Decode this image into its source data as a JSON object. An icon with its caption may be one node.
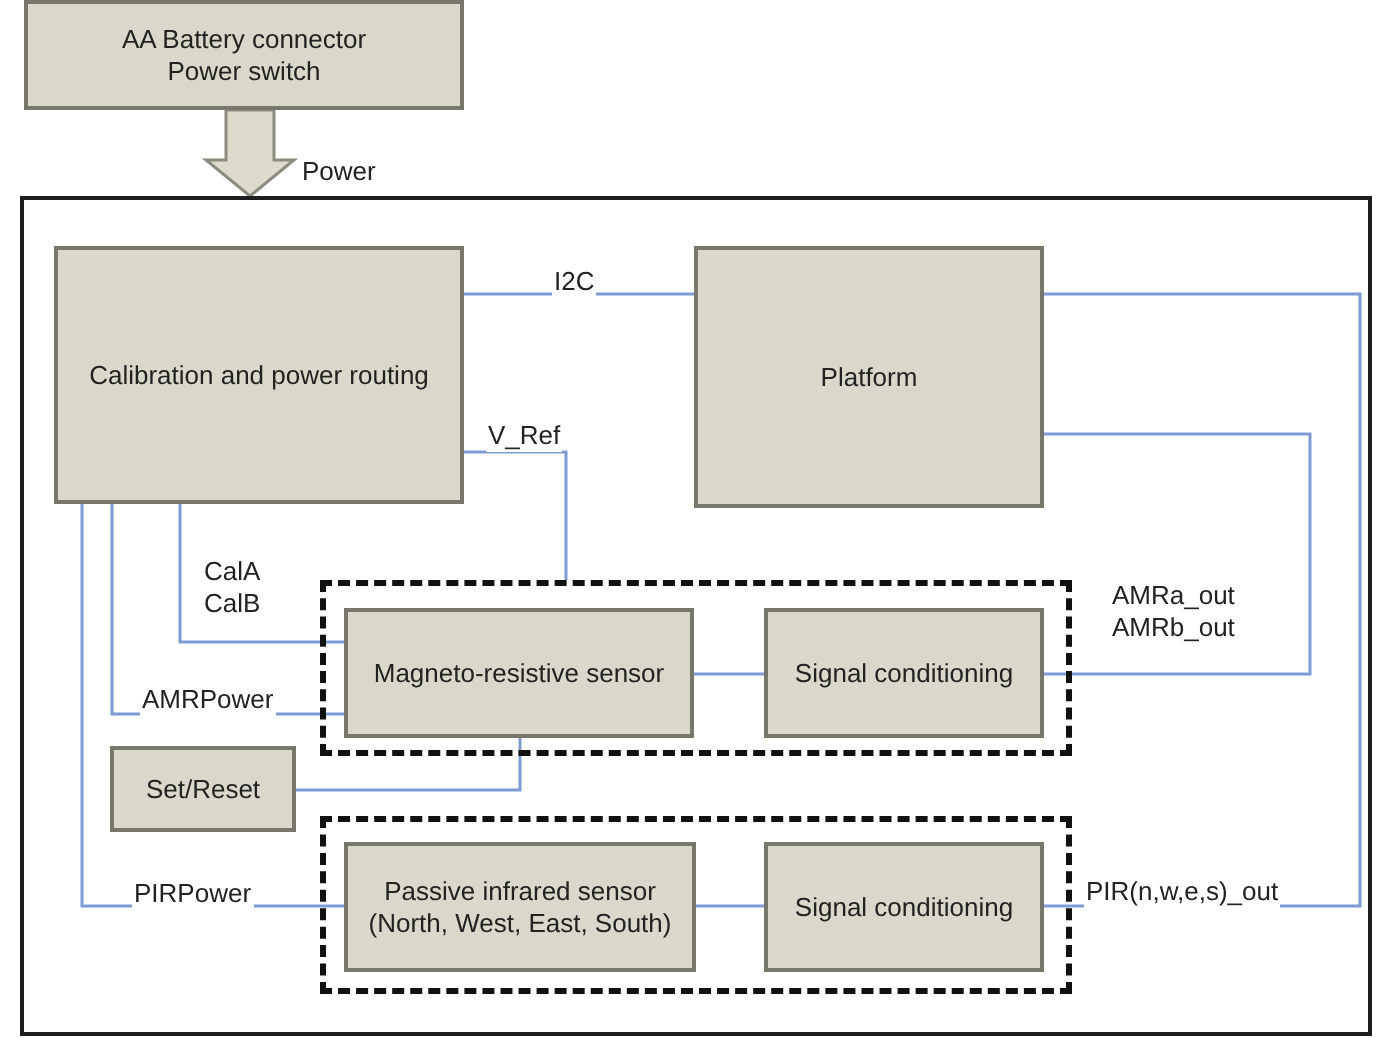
{
  "diagram": {
    "nodes": [
      {
        "text": [
          "AA Battery connector",
          "Power switch"
        ]
      },
      {
        "text": [],
        "shape": "box"
      },
      {
        "text": [
          "Calibration and power routing"
        ],
        "in": 1
      },
      {
        "text": [
          "Platform"
        ],
        "in": 1
      },
      {
        "text": [],
        "shape": "box",
        "in": 1
      },
      {
        "text": [
          "Magneto-resistive sensor"
        ],
        "in": 4
      },
      {
        "text": [
          "Signal conditioning"
        ],
        "in": 4
      },
      {
        "text": [
          "Set/Reset"
        ],
        "in": 1
      },
      {
        "text": [],
        "shape": "box",
        "in": 1
      },
      {
        "text": [
          "Passive infrared sensor (North, West, East, South)"
        ],
        "in": 8
      },
      {
        "text": [
          "Signal conditioning"
        ],
        "in": 8
      }
    ],
    "edges": [
      {
        "from": 0,
        "to": 1,
        "arrow": "to",
        "label": "Power",
        "style": "thick",
        "color": "#8c8c80"
      },
      {
        "from": 2,
        "to": 3,
        "arrow": "none",
        "label": "I2C"
      },
      {
        "from": 2,
        "to": 4,
        "arrow": "none",
        "label": "V_Ref"
      },
      {
        "from": 2,
        "to": 5,
        "arrow": "none",
        "label": "CalA CalB"
      },
      {
        "from": 2,
        "to": 5,
        "arrow": "none",
        "label": "AMRPower"
      },
      {
        "from": 2,
        "to": 9,
        "arrow": "none",
        "label": "PIRPower"
      },
      {
        "from": 5,
        "to": 6,
        "arrow": "none"
      },
      {
        "from": 5,
        "to": 7,
        "arrow": "none"
      },
      {
        "from": 6,
        "to": 3,
        "arrow": "none",
        "label": "AMRa_out AMRb_out"
      },
      {
        "from": 9,
        "to": 10,
        "arrow": "none"
      },
      {
        "from": 10,
        "to": 3,
        "arrow": "none",
        "label": "PIR(n,w,e,s)_out"
      }
    ]
  }
}
